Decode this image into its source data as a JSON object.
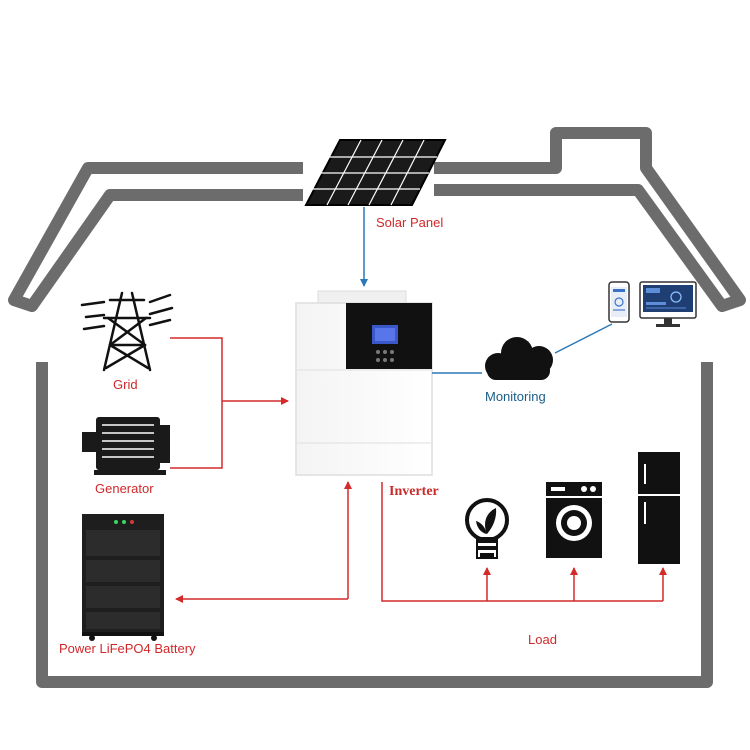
{
  "labels": {
    "solar_panel": "Solar Panel",
    "grid": "Grid",
    "generator": "Generator",
    "battery": "Power LiFePO4 Battery",
    "inverter": "Inverter",
    "monitoring": "Monitoring",
    "load": "Load"
  },
  "colors": {
    "house_outline": "#6a6a6a",
    "power_line": "#d42a2a",
    "data_line": "#2b78b8",
    "text_red": "#d0282a",
    "text_blue": "#1b5e8a"
  },
  "icons": [
    "solar-panel-icon",
    "transmission-tower-icon",
    "generator-icon",
    "battery-cabinet-icon",
    "inverter-icon",
    "cloud-icon",
    "smartphone-icon",
    "monitor-icon",
    "light-bulb-icon",
    "washing-machine-icon",
    "refrigerator-icon"
  ]
}
